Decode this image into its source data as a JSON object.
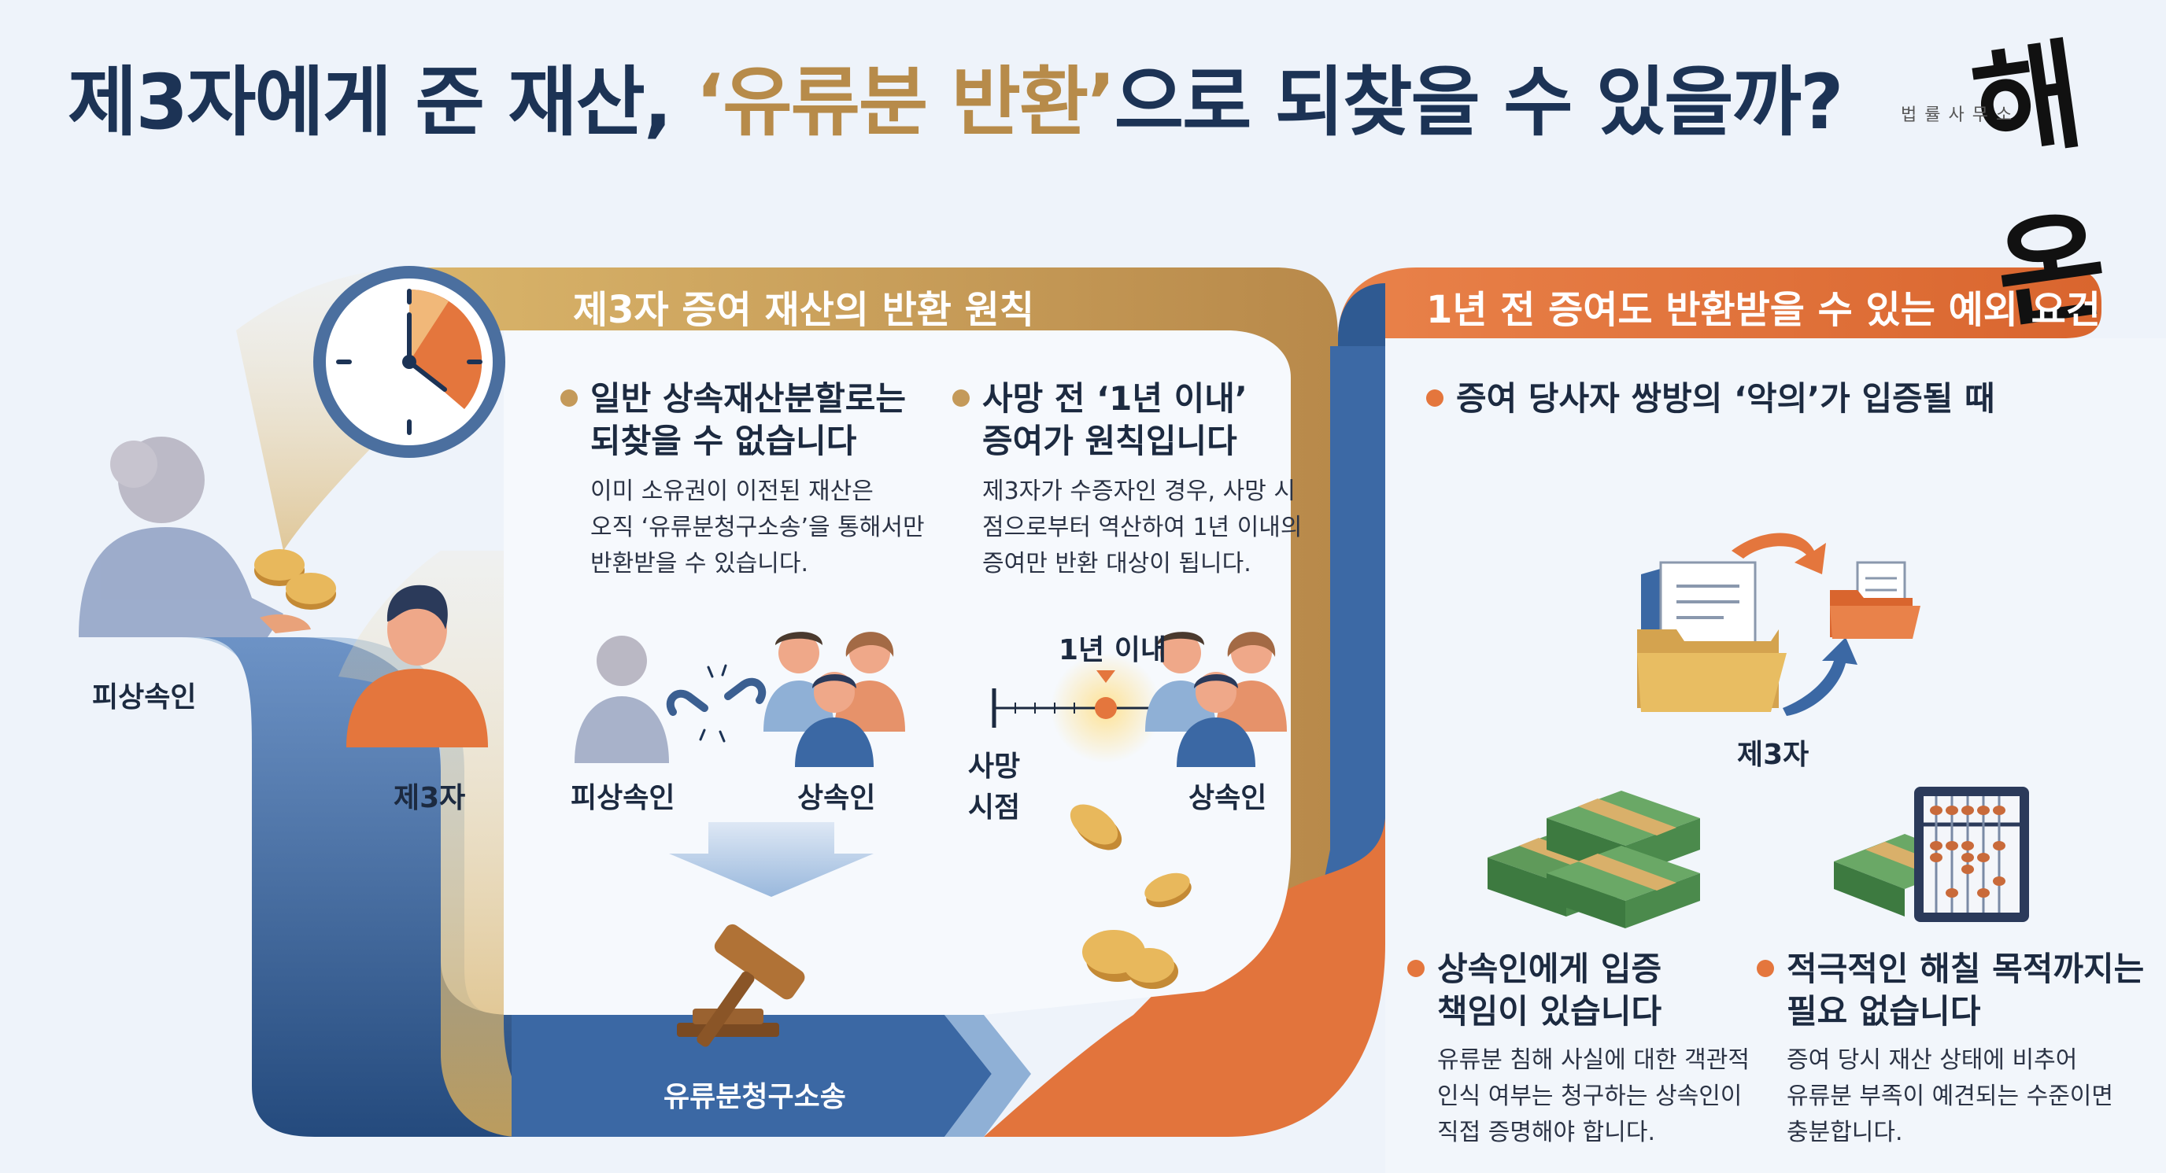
{
  "header": {
    "title_part1": "제3자에게 준 재산, ",
    "title_highlight": "‘유류분 반환’",
    "title_part2": "으로 되찾을 수 있을까?",
    "logo_script": "해온",
    "logo_sub": "법률사무소"
  },
  "principle": {
    "band_title": "제3자 증여 재산의 반환 원칙",
    "item1": {
      "head_line1": "일반 상속재산분할로는",
      "head_line2": "되찾을 수 없습니다",
      "body_line1": "이미 소유권이 이전된 재산은",
      "body_line2": "오직 ‘유류분청구소송’을 통해서만",
      "body_line3": "반환받을 수 있습니다."
    },
    "item2": {
      "head_line1": "사망 전 ‘1년 이내’",
      "head_line2": "증여가 원칙입니다",
      "body_line1": "제3자가 수증자인 경우, 사망 시",
      "body_line2": "점으로부터 역산하여 1년 이내의",
      "body_line3": "증여만 반환 대상이 됩니다."
    },
    "fig1": {
      "left_label": "피상속인",
      "right_label": "상속인"
    },
    "fig2": {
      "within_label": "1년 이내",
      "death_line1": "사망",
      "death_line2": "시점",
      "right_label": "상속인"
    },
    "lawsuit_label": "유류분청구소송"
  },
  "left_scene": {
    "decedent_label": "피상속인",
    "third_party_label": "제3자"
  },
  "exception": {
    "band_title": "1년 전 증여도 반환받을 수 있는 예외 요건",
    "main_point": "증여 당사자 쌍방의 ‘악의’가 입증될 때",
    "folder_label": "제3자",
    "item1": {
      "head_line1": "상속인에게 입증",
      "head_line2": "책임이 있습니다",
      "body_line1": "유류분 침해 사실에 대한 객관적",
      "body_line2": "인식 여부는 청구하는 상속인이",
      "body_line3": "직접 증명해야 합니다."
    },
    "item2": {
      "head_line1": "적극적인 해칠 목적까지는",
      "head_line2": "필요 없습니다",
      "body_line1": "증여 당시 재산 상태에 비추어",
      "body_line2": "유류분 부족이 예견되는 수준이면",
      "body_line3": "충분합니다."
    }
  },
  "colors": {
    "navy": "#1c3355",
    "gold": "#c49a5a",
    "orange": "#e4763d",
    "blue": "#3f6ea8"
  },
  "icons": [
    "clock-icon",
    "coins-icon",
    "broken-chain-icon",
    "gavel-icon",
    "folder-icon",
    "money-stack-icon",
    "abacus-icon",
    "arrow-icon"
  ]
}
